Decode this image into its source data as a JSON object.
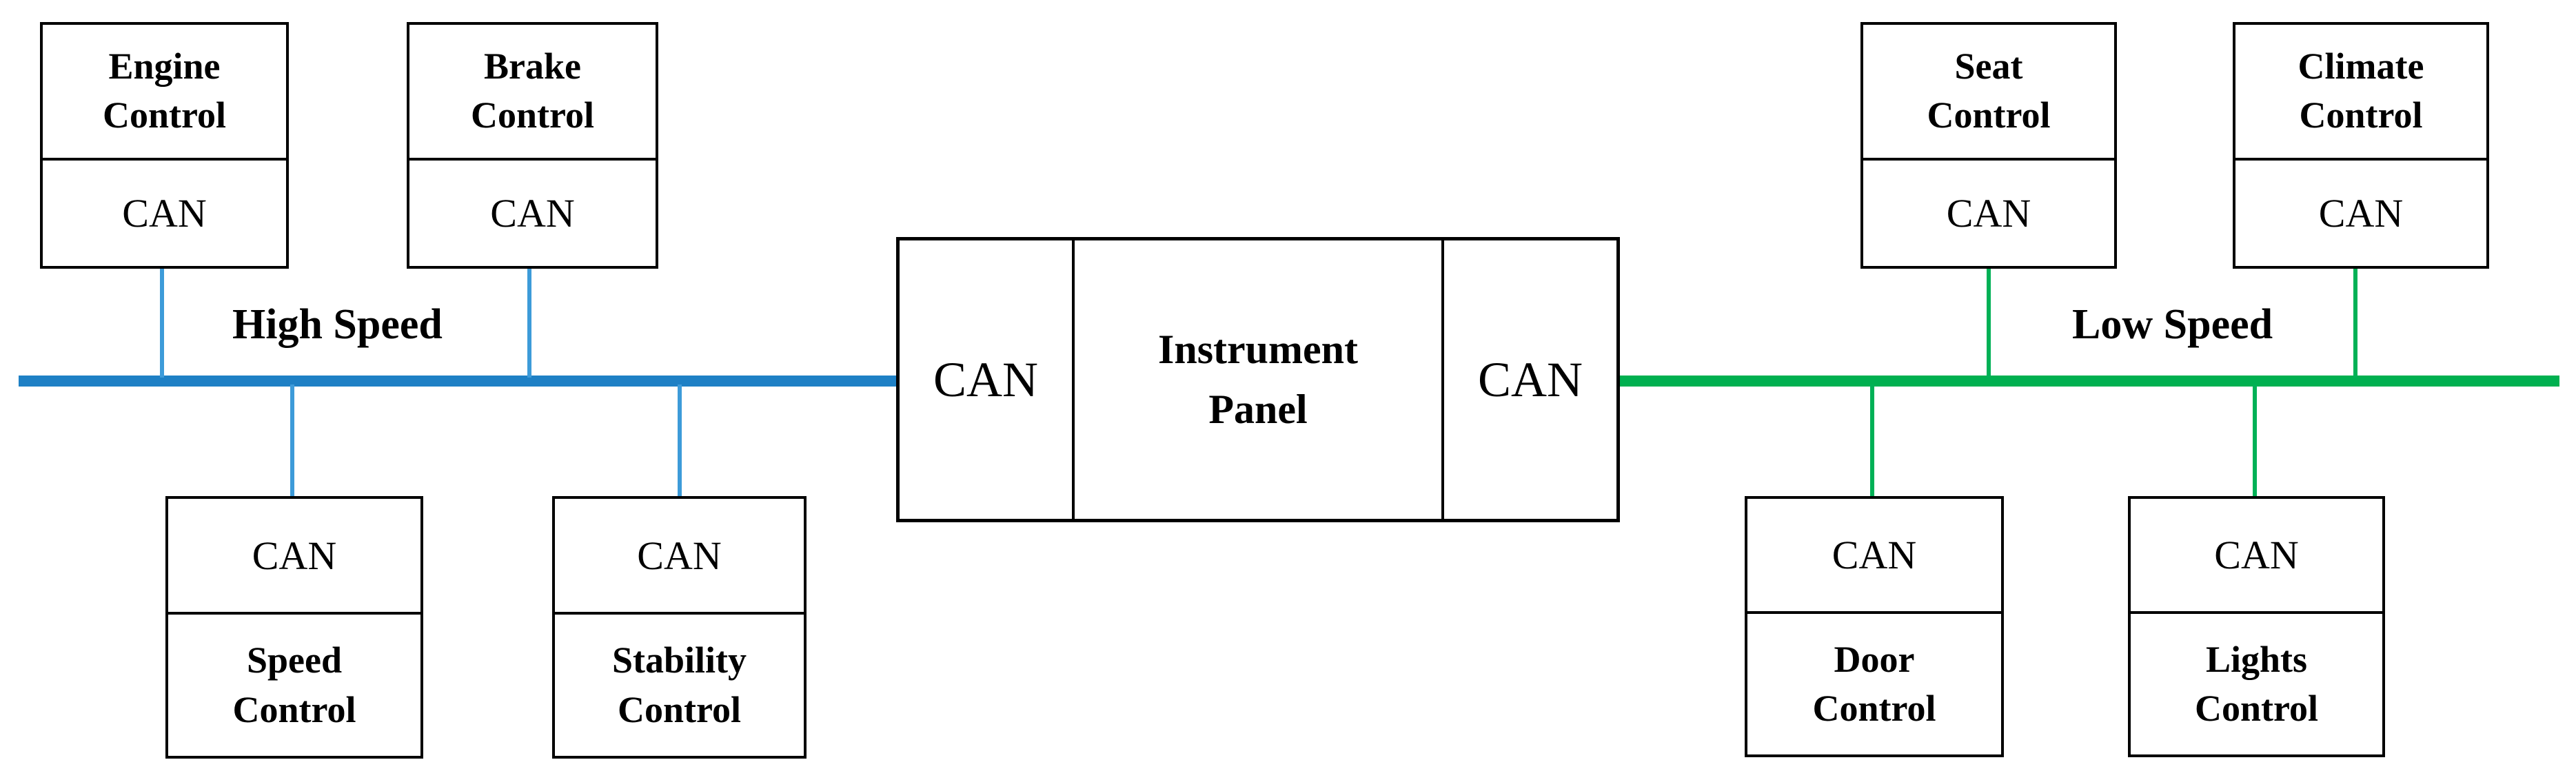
{
  "buses": {
    "high": {
      "label": "High Speed",
      "color": "#1E80C5",
      "connector_color": "#3D9BD9"
    },
    "low": {
      "label": "Low Speed",
      "color": "#00B050",
      "connector_color": "#00B156"
    }
  },
  "gateway": {
    "name": "Instrument\nPanel",
    "left_interface": "CAN",
    "right_interface": "CAN"
  },
  "nodes": [
    {
      "name": "Engine\nControl",
      "interface": "CAN"
    },
    {
      "name": "Brake\nControl",
      "interface": "CAN"
    },
    {
      "name": "Seat\nControl",
      "interface": "CAN"
    },
    {
      "name": "Climate\nControl",
      "interface": "CAN"
    },
    {
      "name": "Speed\nControl",
      "interface": "CAN"
    },
    {
      "name": "Stability\nControl",
      "interface": "CAN"
    },
    {
      "name": "Door\nControl",
      "interface": "CAN"
    },
    {
      "name": "Lights\nControl",
      "interface": "CAN"
    }
  ]
}
